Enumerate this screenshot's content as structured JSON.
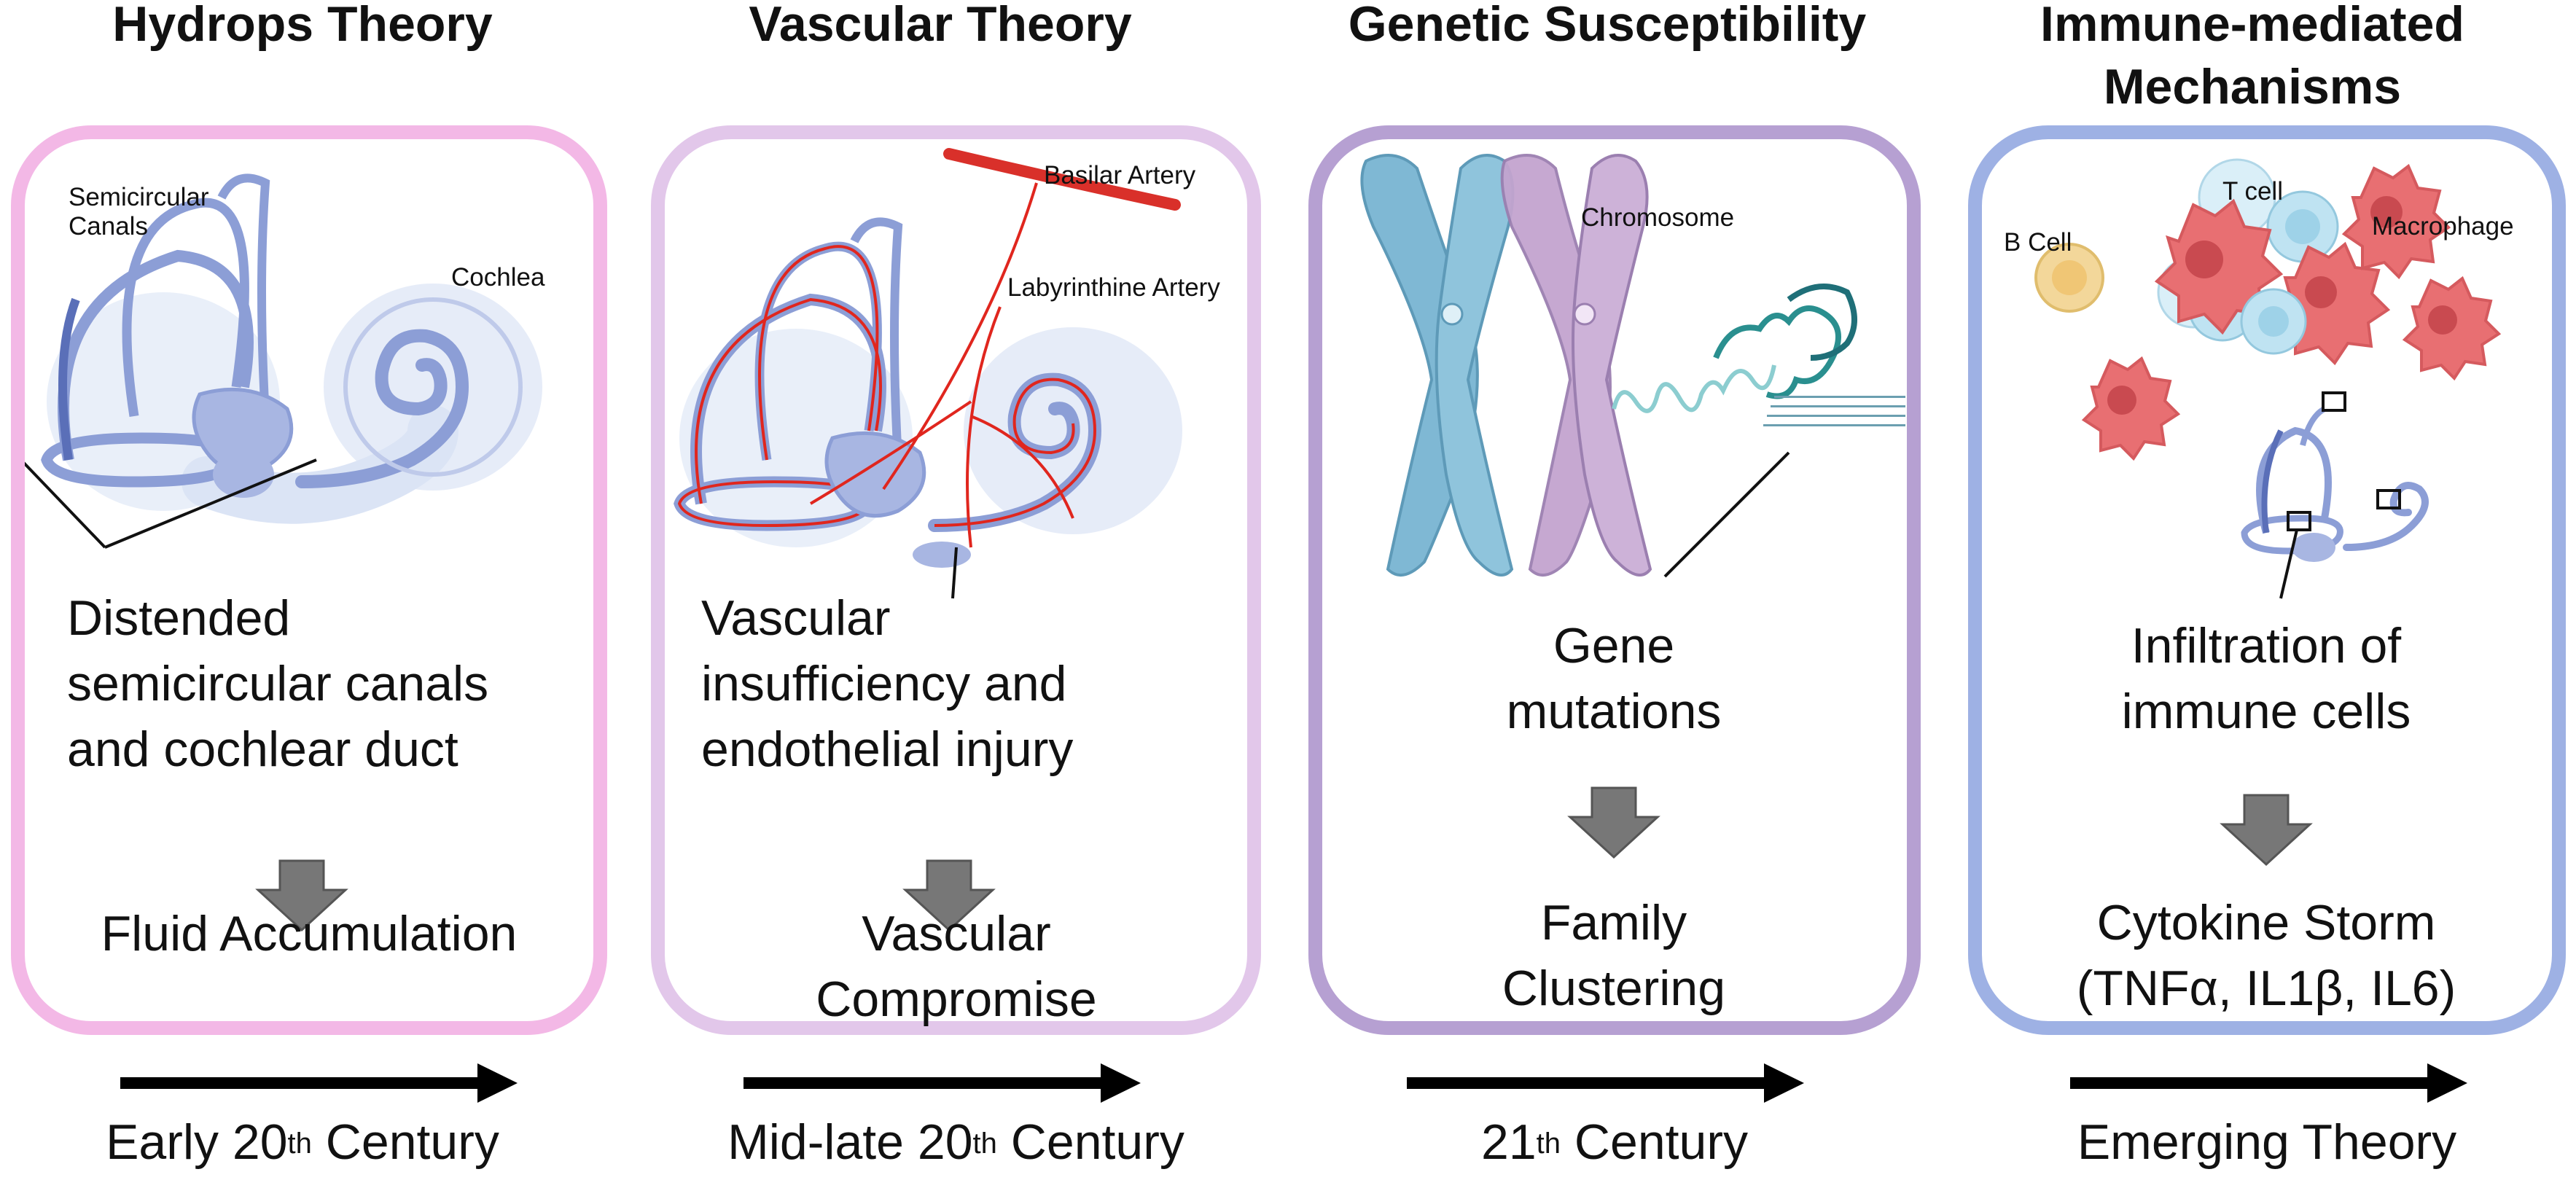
{
  "panels": [
    {
      "title": [
        "Hydrops Theory"
      ],
      "labels": [
        "Semicircular",
        "Canals",
        "Cochlea"
      ],
      "description": [
        "Distended",
        "semicircular canals",
        "and cochlear duct"
      ],
      "result": [
        "Fluid Accumulation"
      ],
      "era": {
        "prefix": "Early 20",
        "sup": "th",
        "suffix": " Century"
      },
      "border_color": "#f3b8e6"
    },
    {
      "title": [
        "Vascular Theory"
      ],
      "labels": [
        "Basilar Artery",
        "Labyrinthine Artery"
      ],
      "description": [
        "Vascular",
        "insufficiency and",
        "endothelial injury"
      ],
      "result": [
        "Vascular",
        "Compromise"
      ],
      "era": {
        "prefix": "Mid-late 20",
        "sup": "th",
        "suffix": " Century"
      },
      "border_color": "#e2c7ea"
    },
    {
      "title": [
        "Genetic Susceptibility"
      ],
      "labels": [
        "Chromosome"
      ],
      "description": [
        "Gene",
        "mutations"
      ],
      "result": [
        "Family",
        "Clustering"
      ],
      "era": {
        "prefix": "21",
        "sup": "th",
        "suffix": " Century"
      },
      "border_color": "#b6a0d2"
    },
    {
      "title": [
        "Immune-mediated",
        "Mechanisms"
      ],
      "labels": [
        "B Cell",
        "T cell",
        "Macrophage"
      ],
      "description": [
        "Infiltration of",
        "immune cells"
      ],
      "result": [
        "Cytokine Storm",
        "(TNFα, IL1β, IL6)"
      ],
      "era": {
        "prefix": "Emerging Theory",
        "sup": "",
        "suffix": ""
      },
      "border_color": "#9eb1e4"
    }
  ],
  "colors": {
    "labyrinth": "#8c9ed6",
    "labyrinth_light": "#dbe4f5",
    "artery": "#e0261e",
    "chromosome_blue": "#7fb8d4",
    "chromosome_purple": "#c3a4cf",
    "dna": "#2a8f8f",
    "macrophage": "#e86f72",
    "t_cell": "#bfe3f2",
    "b_cell": "#f3d79a",
    "arrow_gray": "#777777"
  }
}
